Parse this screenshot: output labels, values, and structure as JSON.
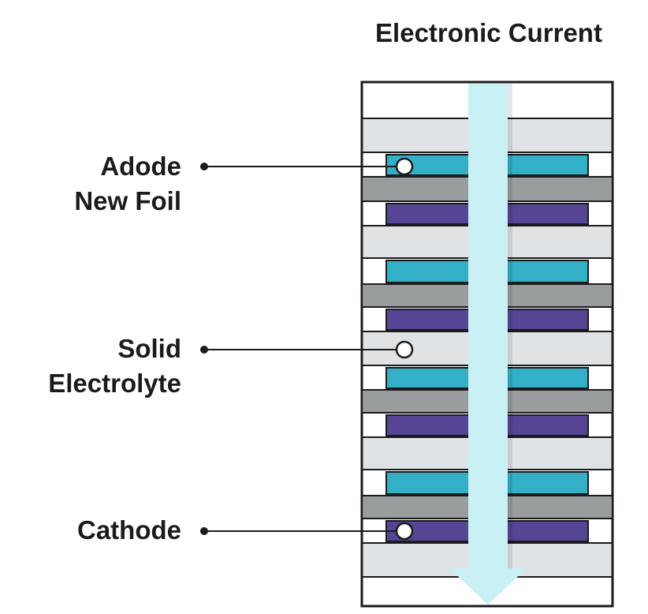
{
  "title": "Electronic Current",
  "labels": {
    "anode": [
      "Adode",
      "New Foil"
    ],
    "electrolyte": [
      "Solid",
      "Electrolyte"
    ],
    "cathode": [
      "Cathode"
    ]
  },
  "colors": {
    "anode": "#33b0c7",
    "cathode": "#564494",
    "current_collector": "#999d9e",
    "electrolyte": "#e0e3e6",
    "arrow": "#c9f0f4",
    "outline": "#1b1b1b"
  }
}
